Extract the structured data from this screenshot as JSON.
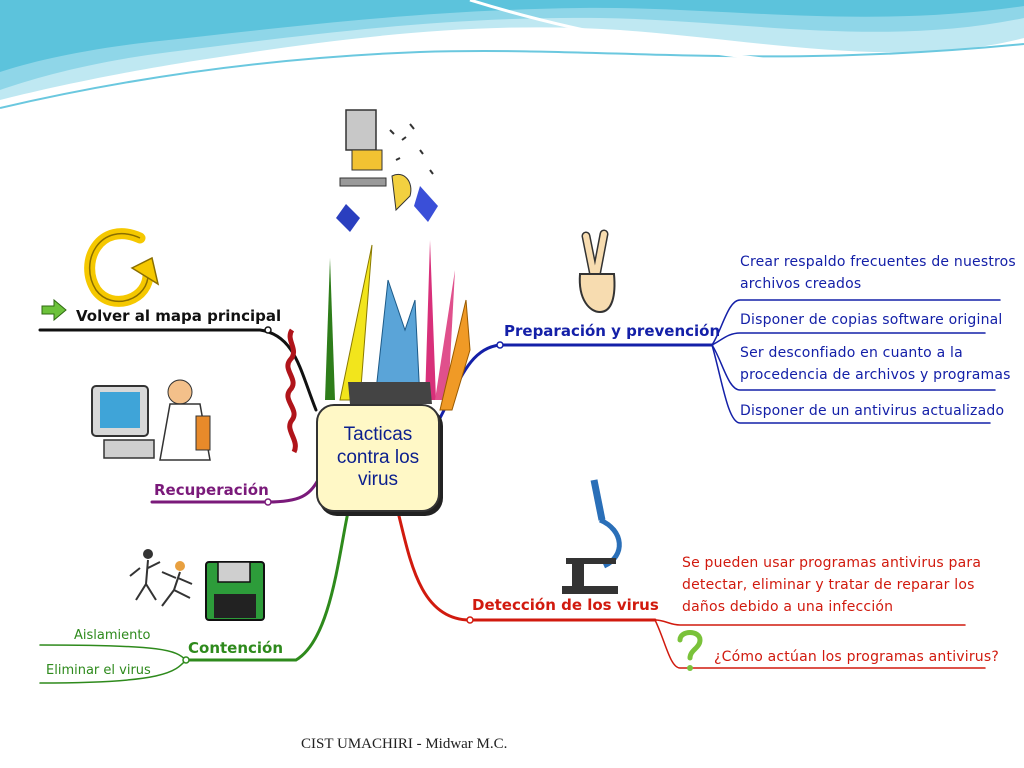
{
  "center": {
    "line1": "Tacticas",
    "line2": "contra los",
    "line3": "virus"
  },
  "branches": {
    "volver": "Volver al mapa principal",
    "recuperacion": "Recuperación",
    "contencion": "Contención",
    "aislamiento": "Aislamiento",
    "eliminar": "Eliminar el virus",
    "preparacion": "Preparación y prevención",
    "deteccion": "Detección de los virus"
  },
  "preparacion_items": [
    {
      "l1": "Crear respaldo frecuentes de nuestros",
      "l2": "archivos creados"
    },
    {
      "l1": "Disponer de copias software original",
      "l2": ""
    },
    {
      "l1": "Ser desconfiado en cuanto a la",
      "l2": "procedencia de archivos y programas"
    },
    {
      "l1": "Disponer de un antivirus actualizado",
      "l2": ""
    }
  ],
  "deteccion_items": [
    {
      "l1": "Se pueden usar programas antivirus para",
      "l2": "detectar, eliminar y tratar de reparar los",
      "l3": "daños debido a una infección"
    },
    {
      "l1": "¿Cómo actúan los programas antivirus?"
    }
  ],
  "footer": "CIST UMACHIRI - Midwar M.C.",
  "colors": {
    "blue": "#1420a8",
    "red": "#d11a0e",
    "green": "#2e8a1c",
    "purple": "#7a1a7a",
    "black": "#111111",
    "wave": "#5cc3dc"
  },
  "icons": [
    "return-arrow-icon",
    "green-arrow-icon",
    "computer-user-icon",
    "karate-figures-icon",
    "floppy-disk-icon",
    "victory-hand-icon",
    "microscope-icon",
    "question-mark-icon",
    "scattered-computer-icon"
  ]
}
